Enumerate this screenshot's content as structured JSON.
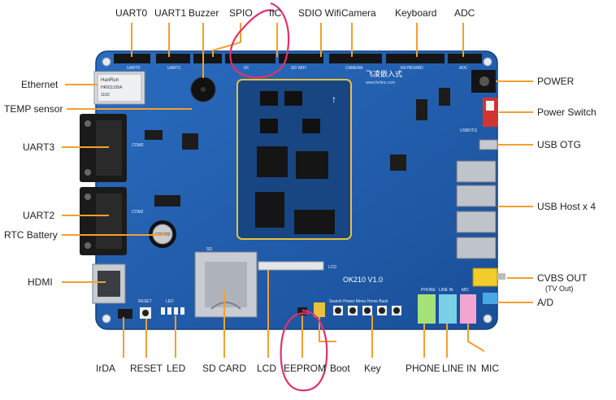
{
  "labels": {
    "top": [
      "UART0",
      "UART1",
      "Buzzer",
      "SPIO",
      "IIC",
      "SDIO Wifi",
      "Camera",
      "Keyboard",
      "ADC"
    ],
    "left": [
      "Ethernet",
      "TEMP sensor",
      "UART3",
      "UART2",
      "RTC Battery",
      "HDMI"
    ],
    "right": [
      "POWER",
      "Power Switch",
      "USB OTG",
      "USB Host x 4",
      "CVBS OUT",
      "A/D"
    ],
    "cvbs_sub": "(TV Out)",
    "bottom": [
      "IrDA",
      "RESET",
      "LED",
      "SD CARD",
      "LCD",
      "EEPROM",
      "Boot",
      "Key",
      "PHONE",
      "LINE IN",
      "MIC"
    ]
  },
  "board": {
    "model": "OK210 V1.0",
    "ethernet_chip": [
      "HanRun",
      "HR911105A",
      "1102"
    ],
    "brand": "飞凌嵌入式",
    "website": "www.forlinx.com",
    "silkscreen": {
      "uart0": "UART0",
      "uart1": "UART1",
      "iic": "IIC",
      "sdwifi": "SD WIFI",
      "camera": "CAMERA",
      "keyboard": "KEYBOARD",
      "adc": "ADC",
      "com3": "COM3",
      "com2": "COM2",
      "sd": "SD",
      "lcd": "LCD",
      "buttons": "Search Power  Menu  Home  Back",
      "usbotg": "USBOTG",
      "phone": "PHONE",
      "linein": "LINE IN",
      "mic": "MIC",
      "reset": "RESET",
      "led": "LED",
      "rtc": "CR1220"
    }
  },
  "colors": {
    "pcb": "#1f5fb0",
    "pcb_dark": "#16478a",
    "callout": "#f3a02d",
    "annotation": "#e0336b"
  }
}
